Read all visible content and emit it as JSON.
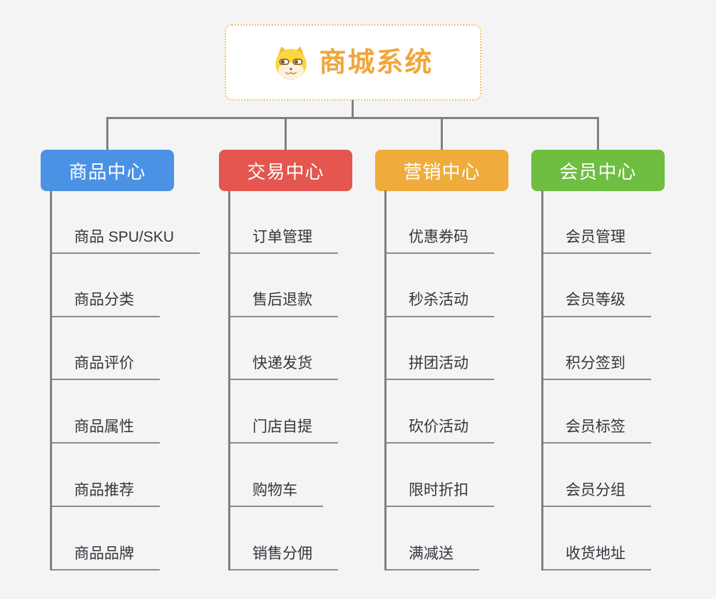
{
  "root": {
    "title": "商城系统",
    "icon": "shiba-dog-icon"
  },
  "branches": [
    {
      "label": "商品中心",
      "color": "#4b92e5",
      "children": [
        "商品 SPU/SKU",
        "商品分类",
        "商品评价",
        "商品属性",
        "商品推荐",
        "商品品牌"
      ]
    },
    {
      "label": "交易中心",
      "color": "#e4564f",
      "children": [
        "订单管理",
        "售后退款",
        "快递发货",
        "门店自提",
        "购物车",
        "销售分佣"
      ]
    },
    {
      "label": "营销中心",
      "color": "#efac3d",
      "children": [
        "优惠券码",
        "秒杀活动",
        "拼团活动",
        "砍价活动",
        "限时折扣",
        "满减送"
      ]
    },
    {
      "label": "会员中心",
      "color": "#6ebe41",
      "children": [
        "会员管理",
        "会员等级",
        "积分签到",
        "会员标签",
        "会员分组",
        "收货地址"
      ]
    }
  ],
  "colors": {
    "background": "#f4f4f5",
    "connector": "#808080",
    "child_underline": "#8b8b8b",
    "child_text": "#33363b",
    "root_text": "#f0a63c",
    "root_border": "#f3c06b",
    "root_background": "#ffffff"
  }
}
